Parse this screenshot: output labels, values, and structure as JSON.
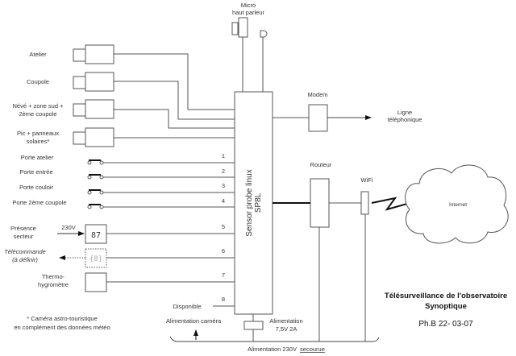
{
  "cameras": [
    {
      "label_lines": [
        "Atelier"
      ]
    },
    {
      "label_lines": [
        "Coupole"
      ]
    },
    {
      "label_lines": [
        "Névé + zone sud +",
        "2ème coupole"
      ]
    },
    {
      "label_lines": [
        "Pic + panneaux",
        "solaires*"
      ]
    }
  ],
  "doors": [
    {
      "label": "Porte atelier",
      "input": "1"
    },
    {
      "label": "Porte entrée",
      "input": "2"
    },
    {
      "label": "Porte couloir",
      "input": "3"
    },
    {
      "label": "Porte 2ème coupole",
      "input": "4"
    }
  ],
  "mains": {
    "label_lines": [
      "Présence",
      "secteur"
    ],
    "voltage": "230V",
    "input": "5"
  },
  "remote": {
    "label_lines": [
      "Télécommande",
      "(à définir)"
    ],
    "input": "6"
  },
  "thermo": {
    "label_lines": [
      "Thermo-",
      "hygromètre"
    ],
    "input": "7"
  },
  "spare": {
    "label": "Disponible",
    "input": "8"
  },
  "audio": {
    "label_lines": [
      "Micro",
      "haut parleur"
    ]
  },
  "probe": {
    "label_lines": [
      "Sensor probe linux",
      "SP8L"
    ]
  },
  "modem": {
    "label": "Modem",
    "line_label": [
      "Ligne",
      "téléphonique"
    ]
  },
  "router": {
    "label": "Routeur"
  },
  "wifi": {
    "label": "WiFi"
  },
  "internet": {
    "label": "Internet"
  },
  "power": {
    "camera": "Alimentation caméra",
    "psu_lines": [
      "Alimentation",
      "7,5V 2A"
    ],
    "backup_prefix": "Alimentation 230V",
    "backup_underlined": "secourue"
  },
  "footnote_lines": [
    "* Caméra astro-touristique",
    "en complément des données météo"
  ],
  "title_lines": [
    "Télésurveillance de l'observatoire",
    "Synoptique"
  ],
  "author_date": "Ph.B 22- 03-07"
}
